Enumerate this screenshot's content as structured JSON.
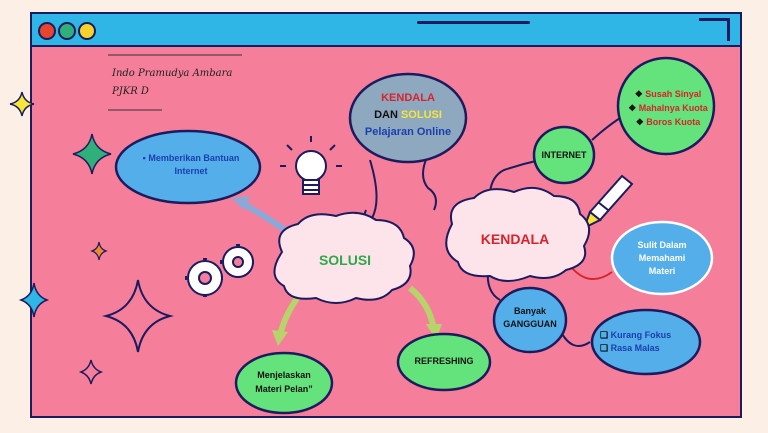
{
  "author": {
    "name": "Indo Pramudya Ambara",
    "class": "PJKR D"
  },
  "center": {
    "line1": "KENDALA",
    "line2a": "DAN",
    "line2b": "SOLUSI",
    "line3": "Pelajaran Online"
  },
  "solusi": {
    "title": "SOLUSI",
    "bantuan": "Memberikan Bantuan Internet",
    "pelan_line1": "Menjelaskan",
    "pelan_line2": "Materi Pelan”",
    "refreshing": "REFRESHING"
  },
  "kendala": {
    "title": "KENDALA",
    "internet": "INTERNET",
    "internet_items": [
      "Susah Sinyal",
      "Mahalnya Kuota",
      "Boros Kuota"
    ],
    "sulit_line1": "Sulit Dalam",
    "sulit_line2": "Memahami",
    "sulit_line3": "Materi",
    "gangguan_line1": "Banyak",
    "gangguan_line2": "GANGGUAN",
    "gangguan_items": [
      "Kurang  Fokus",
      "Rasa Malas"
    ]
  },
  "colors": {
    "background": "#f57f9a",
    "titlebar": "#30b6e6",
    "red": "#d8232a",
    "yellow": "#f6e63a",
    "blue": "#1c3fae",
    "green_bubble": "#64e27b",
    "blue_bubble": "#53aeea",
    "center_bubble": "#8ea8bf"
  }
}
